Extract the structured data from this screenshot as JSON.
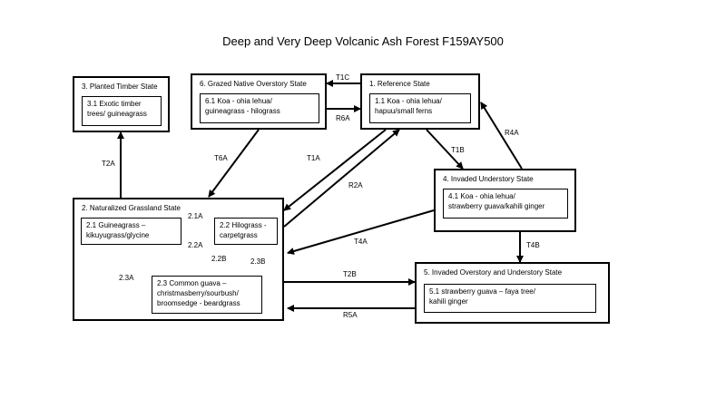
{
  "diagram": {
    "title": "Deep and Very Deep Volcanic Ash Forest   F159AY500",
    "states": {
      "s3": {
        "title": "3. Planted Timber State",
        "community": [
          "3.1 Exotic timber",
          "trees/ guineagrass"
        ]
      },
      "s6": {
        "title": "6.  Grazed Native Overstory State",
        "community": [
          "6.1 Koa - ohia lehua/",
          "guineagrass - hilograss"
        ]
      },
      "s1": {
        "title": "1.  Reference State",
        "community": [
          "1.1 Koa - ohia lehua/",
          "hapuu/small ferns"
        ]
      },
      "s4": {
        "title": "4.  Invaded Understory State",
        "community": [
          "4.1 Koa - ohia lehua/",
          "strawberry guava/kahili ginger"
        ]
      },
      "s2": {
        "title": "2.  Naturalized Grassland State",
        "c21": [
          "2.1 Guineagrass –",
          "kikuyugrass/glycine"
        ],
        "c22": [
          "2.2 Hilograss -",
          "carpetgrass"
        ],
        "c23": [
          "2.3 Common guava –",
          "christmasberry/sourbush/",
          "broomsedge - beardgrass"
        ]
      },
      "s5": {
        "title": "5.  Invaded Overstory and Understory State",
        "community": [
          "5.1 strawberry guava – faya tree/",
          "kahili ginger"
        ]
      }
    },
    "transitions": {
      "t1c": "T1C",
      "r6a": "R6A",
      "t2a": "T2A",
      "t6a": "T6A",
      "t1a": "T1A",
      "r2a": "R2A",
      "t1b": "T1B",
      "r4a": "R4A",
      "t4a": "T4A",
      "t4b": "T4B",
      "t2b": "T2B",
      "r5a": "R5A",
      "p21a": "2.1A",
      "p22a": "2.2A",
      "p22b": "2.2B",
      "p23b": "2.3B",
      "p23a": "2.3A"
    }
  }
}
